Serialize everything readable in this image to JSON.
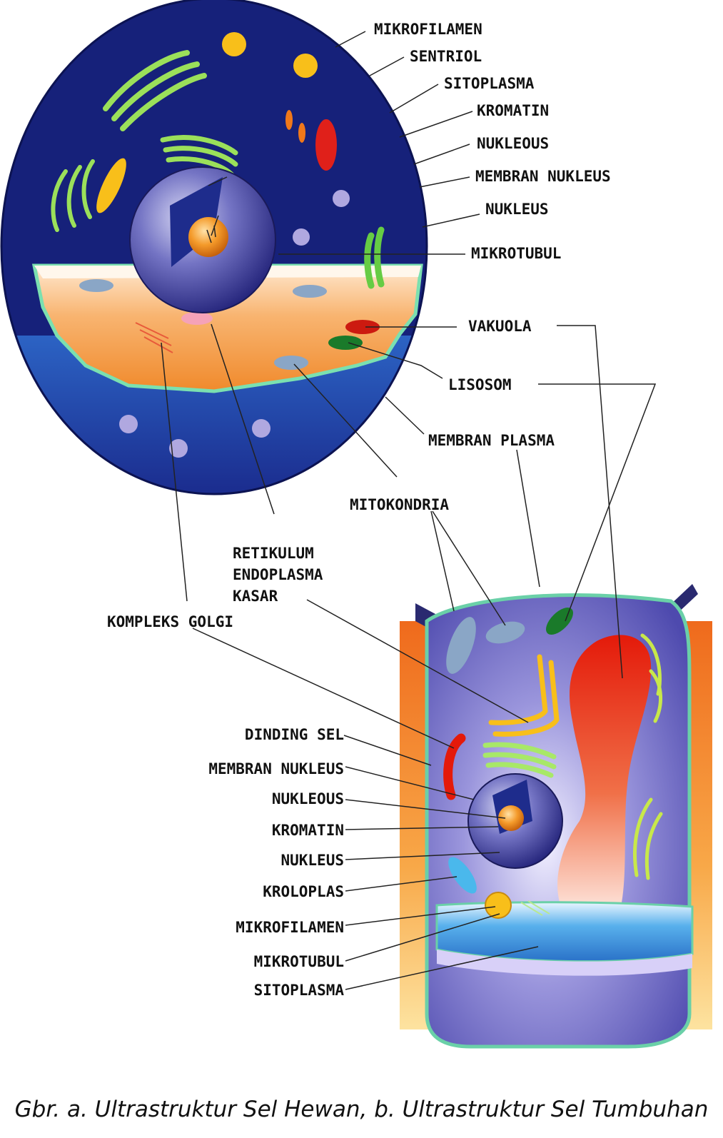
{
  "animal_cell": {
    "labels": {
      "mikrofilamen": "MIKROFILAMEN",
      "sentriol": "SENTRIOL",
      "sitoplasma": "SITOPLASMA",
      "kromatin": "KROMATIN",
      "nukleous": "NUKLEOUS",
      "membran_nukleus": "MEMBRAN NUKLEUS",
      "nukleus": "NUKLEUS",
      "mikrotubul": "MIKROTUBUL",
      "vakuola": "VAKUOLA",
      "lisosom": "LISOSOM",
      "membran_plasma": "MEMBRAN PLASMA",
      "mitokondria": "MITOKONDRIA",
      "retikulum_1": "RETIKULUM",
      "retikulum_2": "ENDOPLASMA",
      "retikulum_3": "KASAR",
      "kompleks_golgi": "KOMPLEKS GOLGI"
    }
  },
  "plant_cell": {
    "labels": {
      "dinding_sel": "DINDING SEL",
      "membran_nukleus": "MEMBRAN NUKLEUS",
      "nukleous": "NUKLEOUS",
      "kromatin": "KROMATIN",
      "nukleus": "NUKLEUS",
      "kroloplas": "KROLOPLAS",
      "mikrofilamen": "MIKROFILAMEN",
      "mikrotubul": "MIKROTUBUL",
      "sitoplasma": "SITOPLASMA"
    }
  },
  "caption": "Gbr. a. Ultrastruktur Sel Hewan, b. Ultrastruktur Sel Tumbuhan",
  "colors": {
    "cell_blue": "#16217a",
    "cytoplasm_orange": "#f7a24c",
    "plant_purple": "#5a57b8",
    "wall_orange": "#f4822a",
    "vacuole_red": "#e81d0c",
    "golgi_green": "#9be05a",
    "leader_line": "#222222"
  }
}
